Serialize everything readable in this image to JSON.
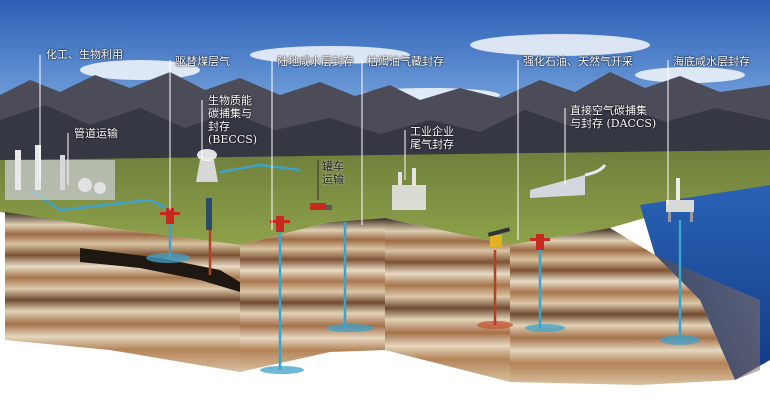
{
  "labels": {
    "chemical_bio_use": "化工、生物利用",
    "pipeline_transport": "管道运输",
    "ecbm": "驱替煤层气",
    "beccs_1": "生物质能",
    "beccs_2": "碳捕集与",
    "beccs_3": "封存",
    "beccs_4": "(BECCS)",
    "onshore_saline": "陆地咸水层封存",
    "tanker_1": "罐车",
    "tanker_2": "运输",
    "depleted_field": "枯竭油气藏封存",
    "industrial_1": "工业企业",
    "industrial_2": "尾气封存",
    "eor_egr": "强化石油、天然气开采",
    "daccs_1": "直接空气碳捕集",
    "daccs_2": "与封存 (DACCS)",
    "offshore_saline": "海底咸水层封存"
  },
  "colors": {
    "sky_top": "#2e62b8",
    "sky_bottom": "#b9d4ee",
    "mountain": "#4a4a55",
    "grass": "#7a8f3a",
    "sea": "#1d4fa3",
    "pipe_co2": "#3fa2c9",
    "pipe_oil": "#b0402a",
    "rig_red": "#c8291f",
    "soil_light": "#e3d2b6",
    "soil_dark": "#8b5a38"
  },
  "icons": [
    "factory-icon",
    "power-plant-icon",
    "pump-jack-icon",
    "drill-rig-icon",
    "offshore-platform-icon",
    "dac-unit-icon",
    "tanker-truck-icon"
  ]
}
